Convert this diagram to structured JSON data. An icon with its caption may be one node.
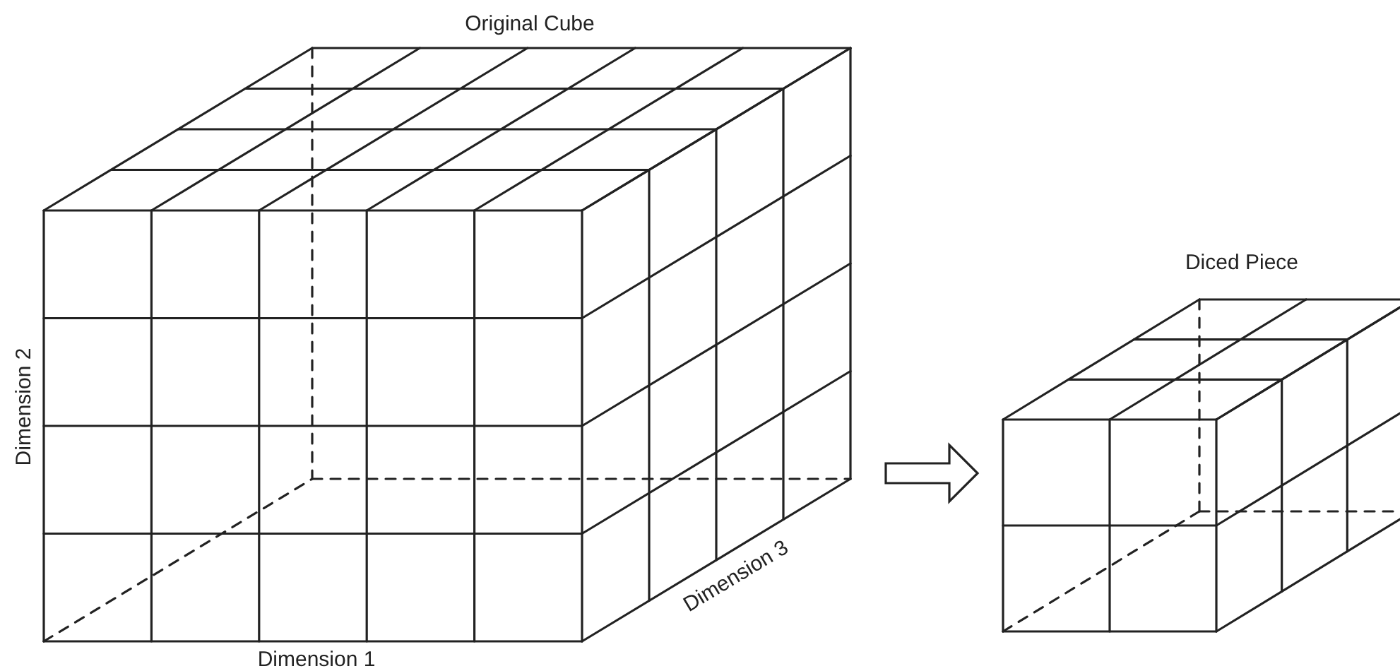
{
  "diagram": {
    "nodes": [
      {
        "text": [
          "Original Cube"
        ]
      },
      {
        "text": [
          "Diced Piece"
        ]
      }
    ],
    "edges": [
      {
        "from": 0,
        "to": 1,
        "arrow": "to"
      }
    ],
    "labels": [
      "Dimension 2",
      "Dimension 3",
      "Dimension 1"
    ]
  }
}
